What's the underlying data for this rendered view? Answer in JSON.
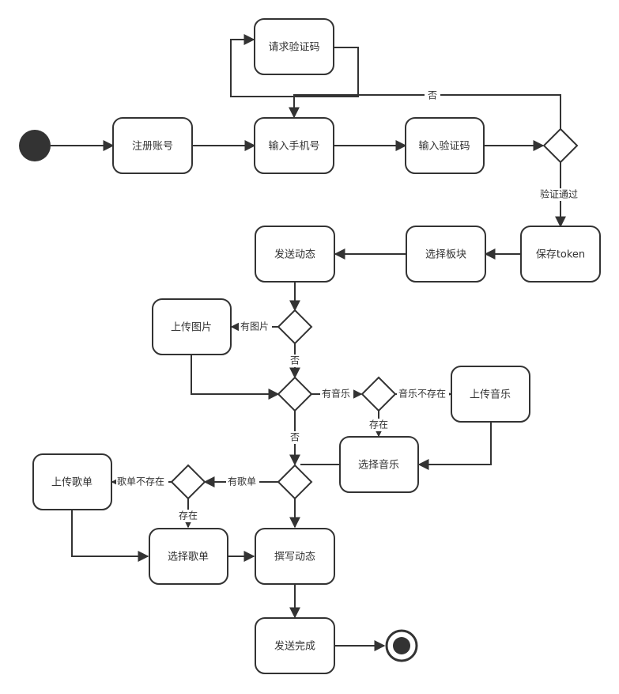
{
  "nodes": {
    "register": "注册账号",
    "request_code": "请求验证码",
    "input_phone": "输入手机号",
    "input_code": "输入验证码",
    "save_token": "保存token",
    "choose_board": "选择板块",
    "send_post": "发送动态",
    "upload_image": "上传图片",
    "upload_music": "上传音乐",
    "choose_music": "选择音乐",
    "upload_playlist": "上传歌单",
    "choose_playlist": "选择歌单",
    "write_post": "撰写动态",
    "send_done": "发送完成"
  },
  "edge_labels": {
    "verify_no": "否",
    "verify_pass": "验证通过",
    "has_image": "有图片",
    "image_no": "否",
    "has_music": "有音乐",
    "music_not_exist": "音乐不存在",
    "music_exist": "存在",
    "music_no": "否",
    "has_playlist": "有歌单",
    "playlist_not_exist": "歌单不存在",
    "playlist_exist": "存在"
  }
}
